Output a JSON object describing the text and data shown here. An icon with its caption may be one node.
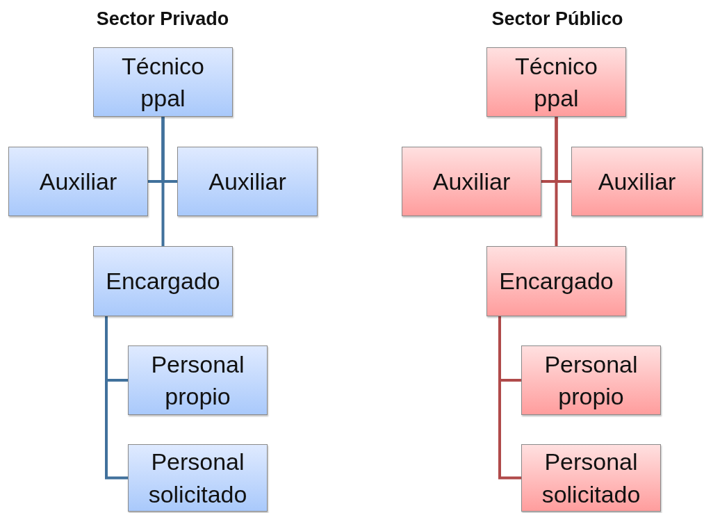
{
  "diagram": {
    "nodes": [
      {
        "text": [
          "Técnico ppal"
        ]
      },
      {
        "text": [
          "Auxiliar"
        ]
      },
      {
        "text": [
          "Auxiliar"
        ]
      },
      {
        "text": [
          "Encargado"
        ]
      },
      {
        "text": [
          "Personal propio"
        ]
      },
      {
        "text": [
          "Personal solicitado"
        ]
      },
      {
        "text": [
          "Técnico ppal"
        ]
      },
      {
        "text": [
          "Auxiliar"
        ]
      },
      {
        "text": [
          "Auxiliar"
        ]
      },
      {
        "text": [
          "Encargado"
        ]
      },
      {
        "text": [
          "Personal propio"
        ]
      },
      {
        "text": [
          "Personal solicitado"
        ]
      }
    ],
    "edges": [
      {
        "from": 0,
        "to": 1,
        "arrow": "none",
        "color": "#41719c"
      },
      {
        "from": 0,
        "to": 2,
        "arrow": "none",
        "color": "#41719c"
      },
      {
        "from": 0,
        "to": 3,
        "arrow": "none",
        "color": "#41719c"
      },
      {
        "from": 3,
        "to": 4,
        "arrow": "none",
        "color": "#41719c"
      },
      {
        "from": 3,
        "to": 5,
        "arrow": "none",
        "color": "#41719c"
      },
      {
        "from": 6,
        "to": 7,
        "arrow": "none",
        "color": "#b04a4a"
      },
      {
        "from": 6,
        "to": 8,
        "arrow": "none",
        "color": "#b04a4a"
      },
      {
        "from": 6,
        "to": 9,
        "arrow": "none",
        "color": "#b04a4a"
      },
      {
        "from": 9,
        "to": 10,
        "arrow": "none",
        "color": "#b04a4a"
      },
      {
        "from": 9,
        "to": 11,
        "arrow": "none",
        "color": "#b04a4a"
      }
    ],
    "labels": [
      "Sector Privado",
      "Sector Público"
    ]
  }
}
